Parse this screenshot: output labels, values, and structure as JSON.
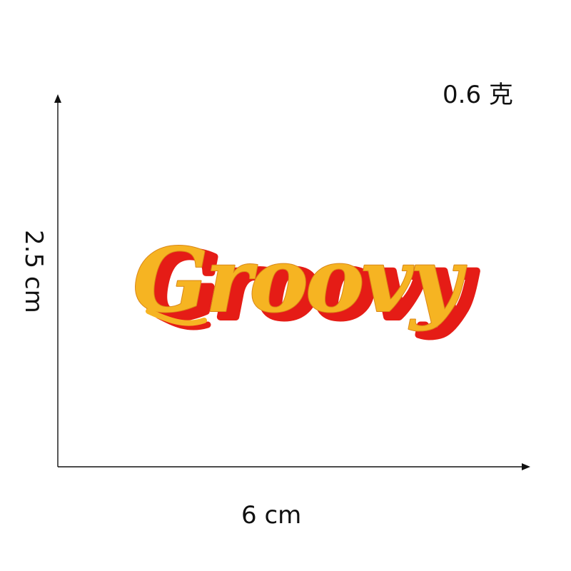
{
  "measurements": {
    "weight": "0.6 克",
    "width": "6 cm",
    "height": "2.5 cm"
  },
  "patch": {
    "text": "Groovy",
    "colors": {
      "outline": "#ffffff",
      "shadow": "#e51f16",
      "fill": "#f6b423"
    }
  }
}
